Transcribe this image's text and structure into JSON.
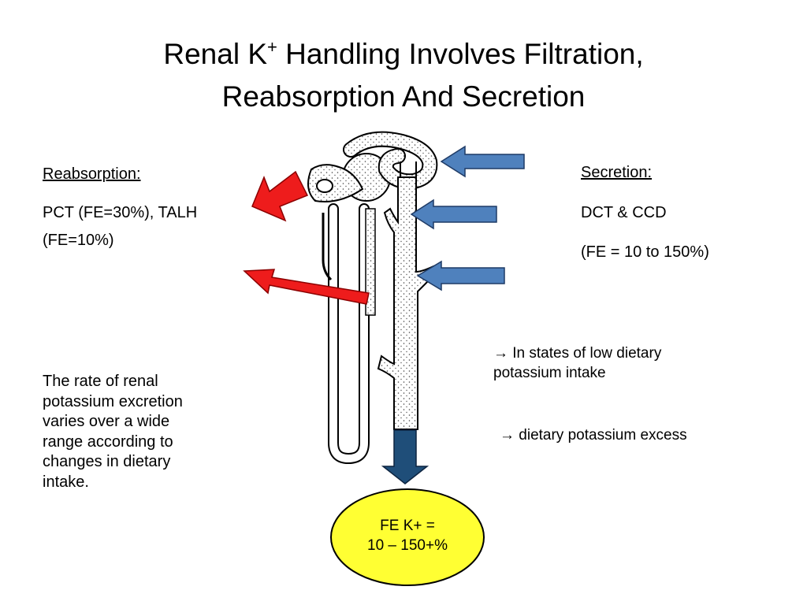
{
  "slide": {
    "title_line1_pre": "Renal K",
    "title_sup": "+",
    "title_line1_post": " Handling Involves Filtration,",
    "title_line2": "Reabsorption And Secretion"
  },
  "reabsorption": {
    "heading": "Reabsorption:",
    "body_line1": "PCT (FE=30%), TALH",
    "body_line2": "(FE=10%)"
  },
  "excretion_note": {
    "lines": [
      "The rate of renal",
      "potassium excretion",
      "varies over a wide",
      "range according to",
      "changes in dietary",
      "intake."
    ]
  },
  "secretion": {
    "heading": "Secretion:",
    "line1": "DCT & CCD",
    "line2": "(FE = 10 to 150%)"
  },
  "states": {
    "arrow_glyph": "→",
    "low_line1": " In states of low dietary",
    "low_line2": "potassium intake",
    "excess": " dietary potassium excess"
  },
  "fe_result": {
    "line1": "FE K+ =",
    "line2": "10 – 150+%"
  },
  "colors": {
    "reabsorption_arrow": "#ee1c1c",
    "secretion_arrow": "#4f81bd",
    "excretion_arrow": "#1f4e79",
    "result_oval": "#ffff33"
  }
}
